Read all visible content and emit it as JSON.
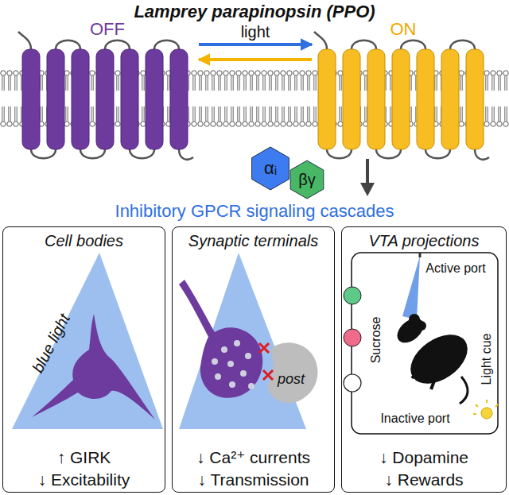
{
  "diagram": {
    "title": "Lamprey parapinopsin (PPO)",
    "nodes": [
      {
        "text": [
          "OFF"
        ]
      },
      {
        "text": [
          "ON"
        ]
      },
      {
        "text": [
          "αᵢ"
        ]
      },
      {
        "text": [
          "βγ"
        ]
      },
      {
        "text": [
          "Cell bodies",
          "↑ GIRK",
          "↓ Excitability"
        ]
      },
      {
        "text": [
          "Synaptic terminals",
          "↓ Ca²⁺ currents",
          "↓ Transmission"
        ]
      },
      {
        "text": [
          "VTA projections",
          "↓ Dopamine",
          "↓ Rewards"
        ]
      }
    ],
    "edges": [
      {
        "from": 0,
        "to": 1,
        "label": "light",
        "arrow": "to"
      },
      {
        "from": 1,
        "to": 0,
        "arrow": "to"
      }
    ],
    "labels": [
      "Inhibitory GPCR signaling cascades",
      "blue light",
      "post",
      "Active port",
      "Sucrose",
      "Light cue",
      "Inactive port"
    ]
  }
}
